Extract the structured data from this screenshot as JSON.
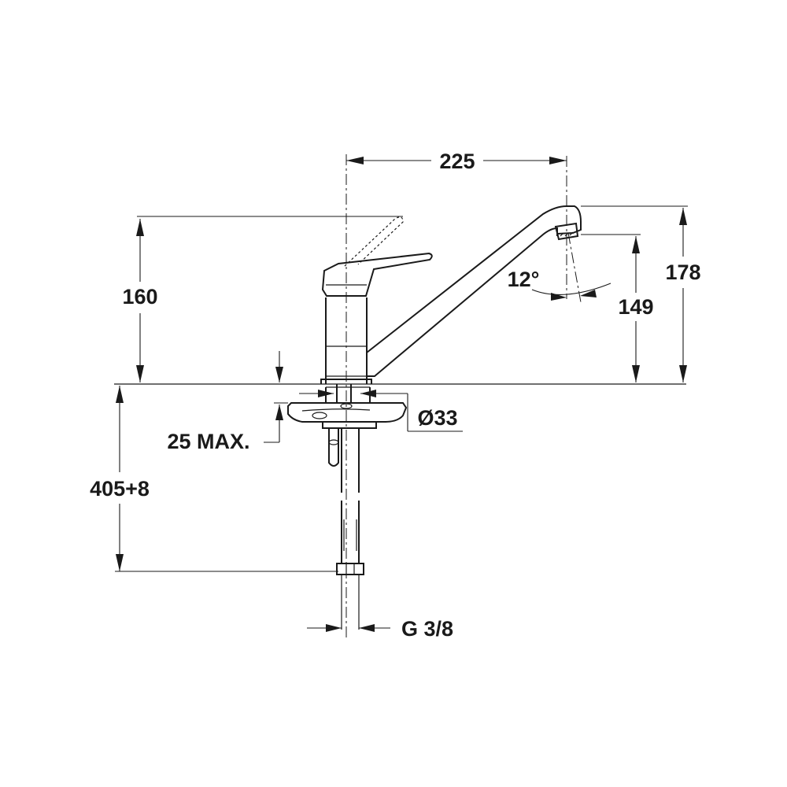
{
  "dimensions": {
    "spout_reach": "225",
    "total_height": "178",
    "spout_height": "149",
    "lever_height": "160",
    "spout_angle": "12°",
    "hole_diameter": "Ø33",
    "max_thickness": "25 MAX.",
    "hose_length": "405+8",
    "connection_thread": "G 3/8"
  }
}
